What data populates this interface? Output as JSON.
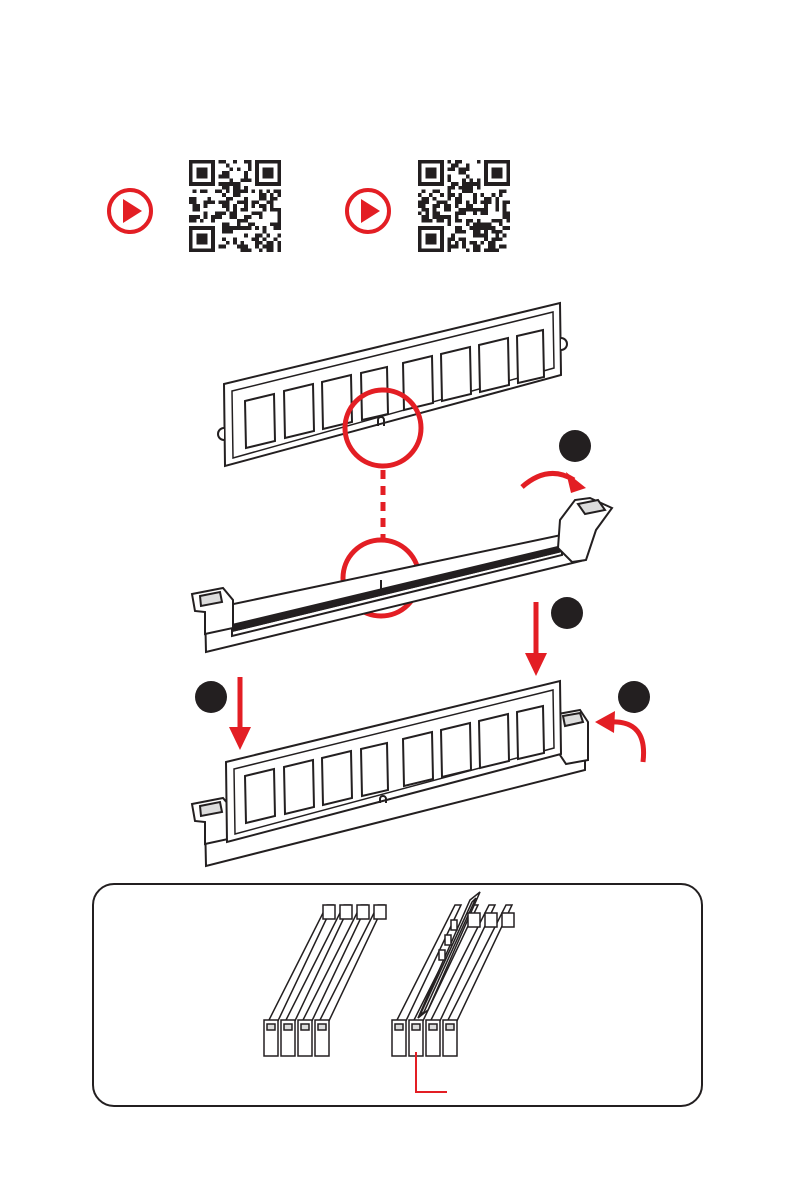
{
  "page": {
    "background": "#ffffff"
  },
  "colors": {
    "accent_red": "#e31e24",
    "line_dark": "#231f20",
    "fill_gray": "#dcdcdc",
    "step_marker": "#231f20"
  },
  "video_links": [
    {
      "play_icon": "play-circle-icon",
      "qr_code": "qr-code"
    },
    {
      "play_icon": "play-circle-icon",
      "qr_code": "qr-code"
    }
  ],
  "illustration": {
    "steps": [
      "step-marker",
      "step-marker",
      "step-marker",
      "step-marker"
    ],
    "icons": [
      "notch-highlight-circle",
      "slot-key-highlight-circle",
      "latch-open-arrow-icon",
      "insert-arrow-icon",
      "latch-close-arrow-icon"
    ]
  },
  "detail_panel": {
    "icons": [
      "dimm-slots-empty",
      "dimm-slots-with-module",
      "callout-line"
    ]
  }
}
